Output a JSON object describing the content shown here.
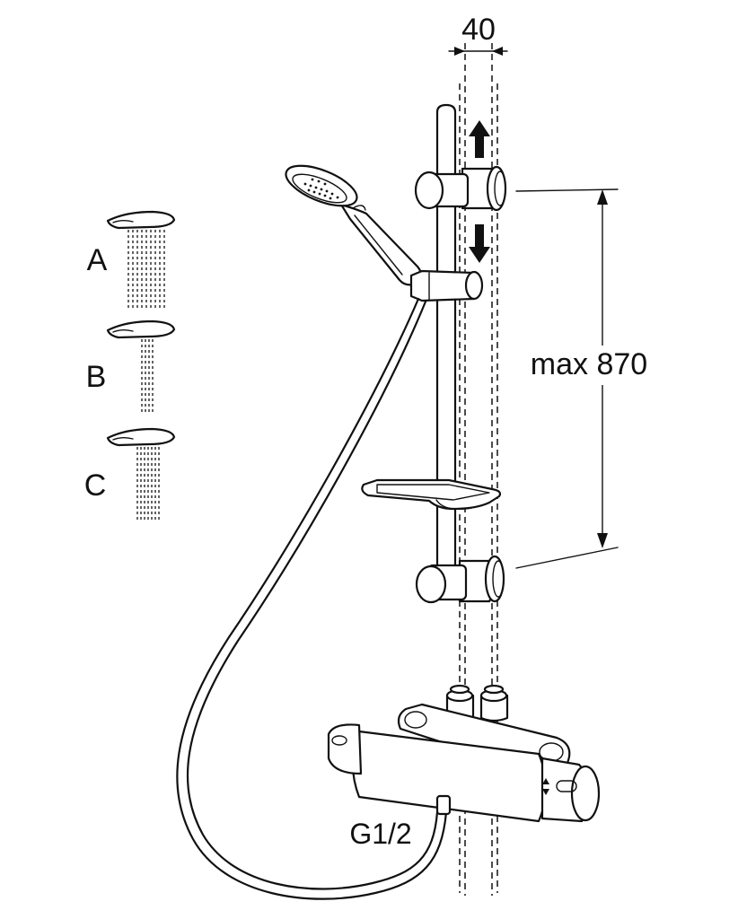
{
  "dimensions": {
    "rail_spacing": "40",
    "max_height": "max 870"
  },
  "connection": {
    "thread": "G1/2"
  },
  "spray_modes": [
    {
      "label": "A",
      "pattern": "wide rain"
    },
    {
      "label": "B",
      "pattern": "narrow jet"
    },
    {
      "label": "C",
      "pattern": "mixed"
    }
  ],
  "colors": {
    "line": "#111111",
    "background": "#ffffff"
  }
}
